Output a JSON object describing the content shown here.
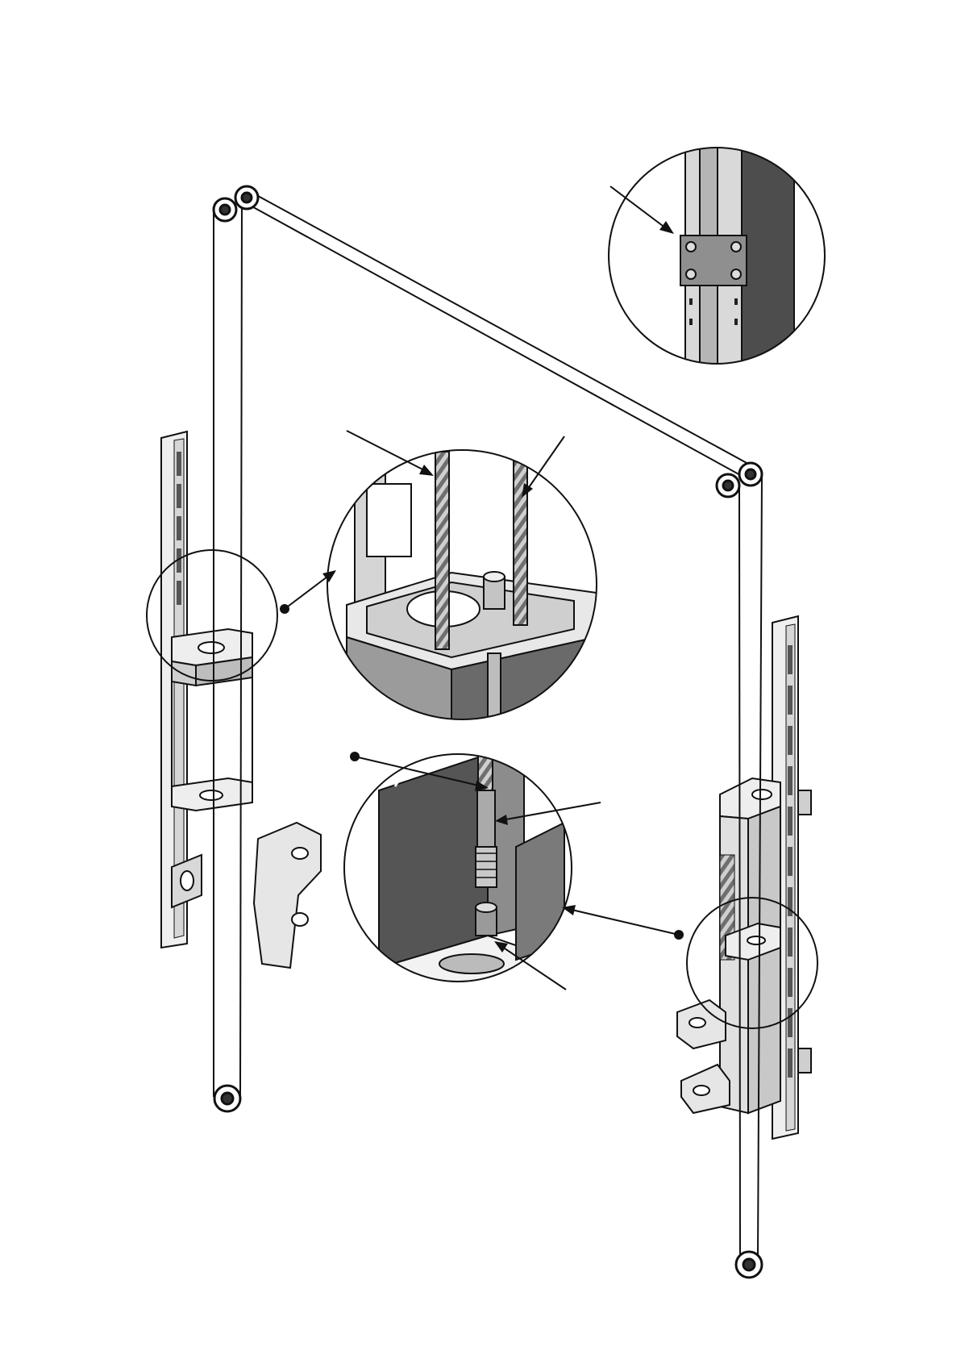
{
  "diagram": {
    "type": "technical-assembly-drawing",
    "text_labels": [],
    "colors": {
      "background": "#ffffff",
      "line": "#111111",
      "steel_light": "#d9d9d9",
      "steel_mid": "#9a9a9a",
      "steel_dark": "#555555"
    },
    "components": [
      "left-post",
      "right-post",
      "top-cable",
      "left-cable",
      "right-cable",
      "sheave-wheels",
      "left-carriage",
      "right-carriage",
      "detail-post-joint",
      "detail-cable-block",
      "detail-cable-end-fitting"
    ]
  }
}
